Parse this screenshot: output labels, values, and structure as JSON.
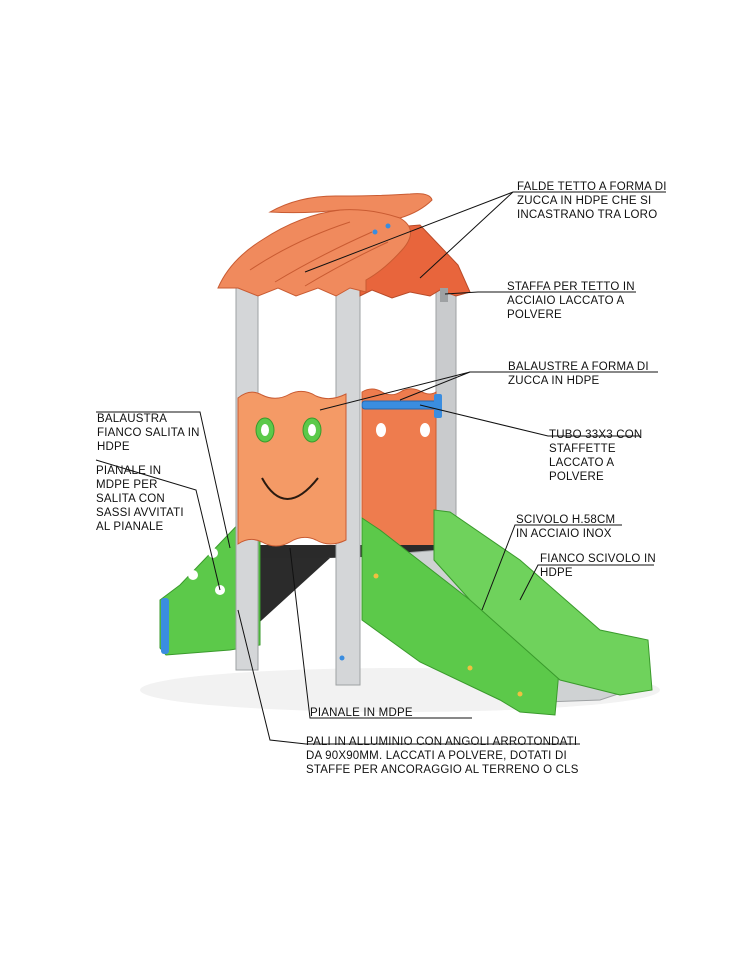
{
  "colors": {
    "roof": "#f08a5d",
    "roof_dark": "#e8653c",
    "panel": "#f49a66",
    "panel_dark": "#ee7c4e",
    "post": "#c9cbcd",
    "slide_side": "#5cc94a",
    "slide_bed": "#cfd2d3",
    "handle": "#3a8de0",
    "leader": "#111111"
  },
  "labels": {
    "roof_panels": "FALDE TETTO A FORMA DI\nZUCCA IN HDPE CHE SI\nINCASTRANO TRA LORO",
    "roof_bracket": "STAFFA PER TETTO IN\nACCIAIO LACCATO A\nPOLVERE",
    "balustrades": "BALAUSTRE A FORMA DI\nZUCCA IN HDPE",
    "tube": "TUBO 33X3 CON\nSTAFFETTE\nLACCATO A\nPOLVERE",
    "slide": "SCIVOLO H.58CM\nIN ACCIAIO INOX",
    "slide_side": "FIANCO SCIVOLO IN\nHDPE",
    "climb_balustrade": "BALAUSTRA\nFIANCO SALITA IN\nHDPE",
    "climb_platform": "PIANALE IN\nMDPE PER\nSALITA CON\nSASSI AVVITATI\nAL PIANALE",
    "platform": "PIANALE IN MDPE",
    "posts": "PALI IN ALLUMINIO CON ANGOLI ARROTONDATI\nDA 90X90MM. LACCATI A POLVERE, DOTATI DI\nSTAFFE PER ANCORAGGIO AL TERRENO O CLS"
  }
}
